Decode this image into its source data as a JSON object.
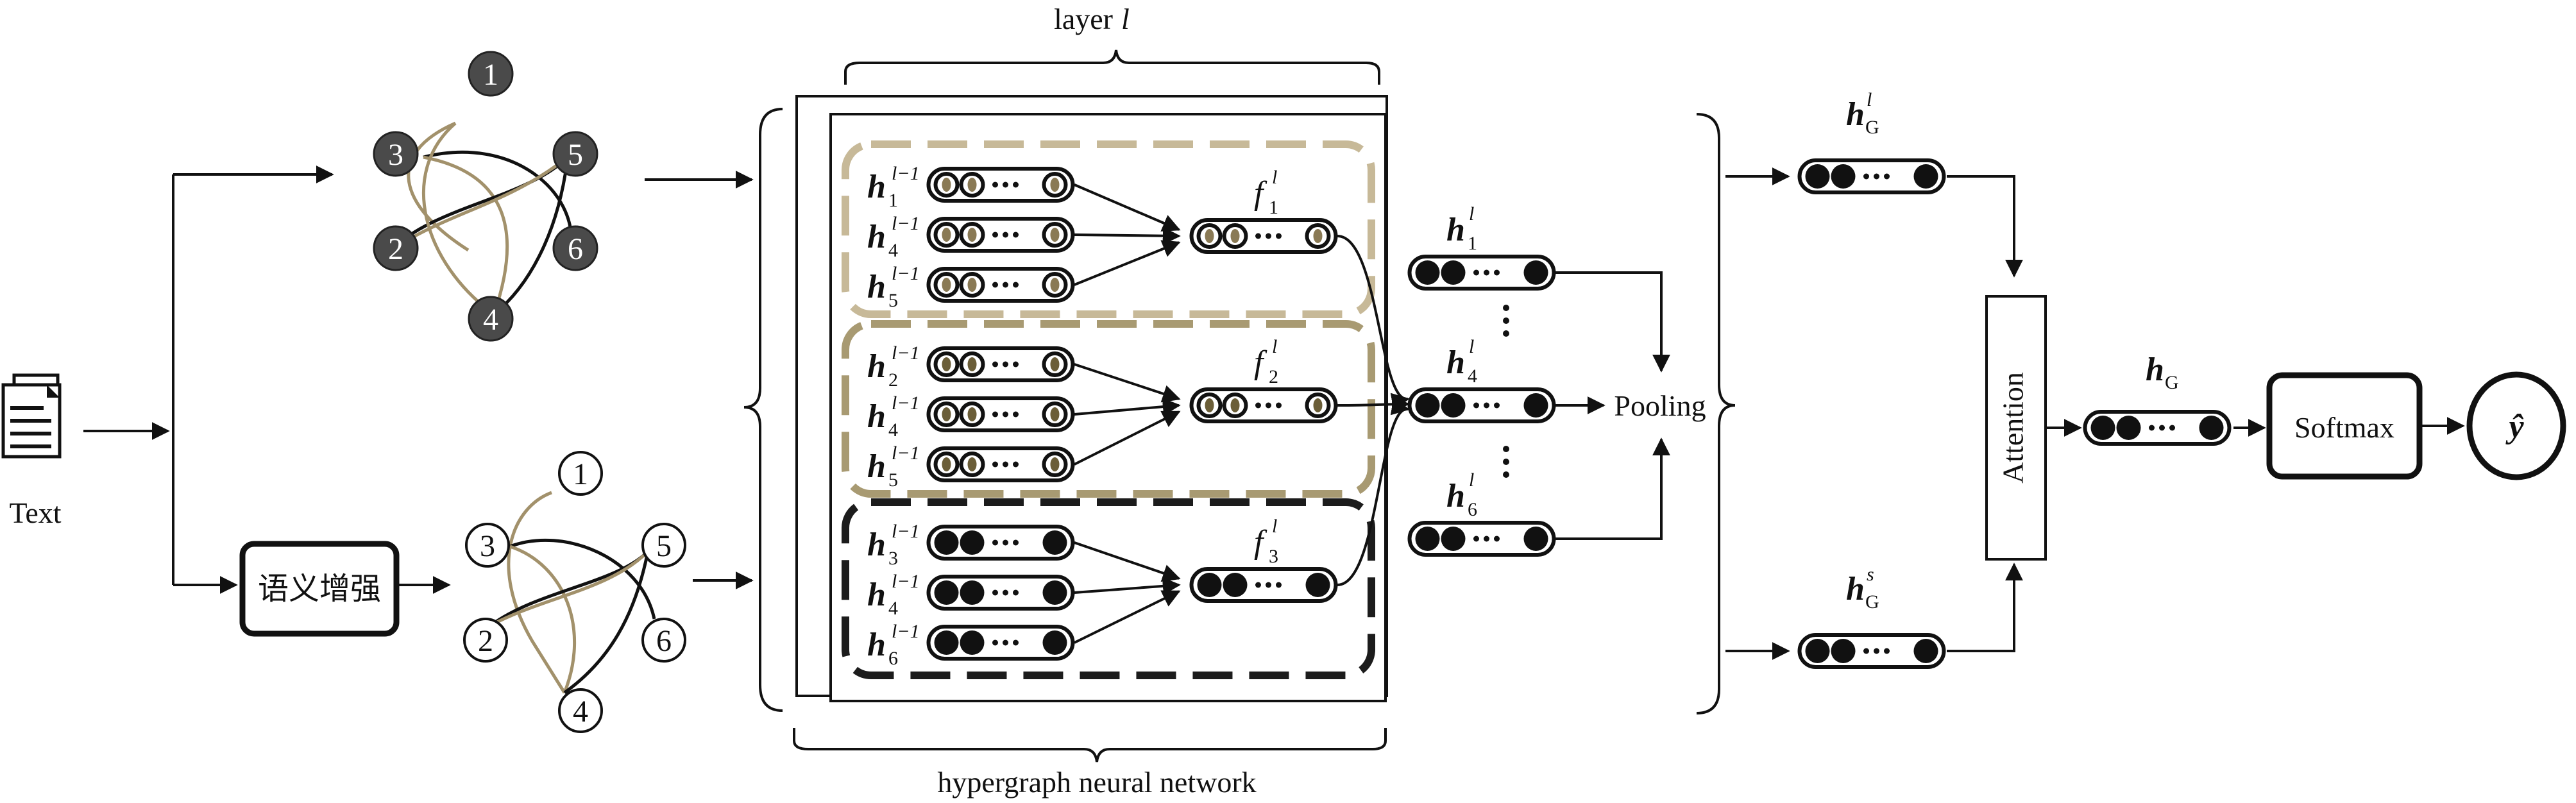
{
  "input": {
    "label": "Text",
    "icon": "document-icon"
  },
  "augment": {
    "label": "语义增强"
  },
  "graphs": {
    "original": {
      "nodes": [
        "1",
        "2",
        "3",
        "4",
        "5",
        "6"
      ]
    },
    "enhanced": {
      "nodes": [
        "1",
        "2",
        "3",
        "4",
        "5",
        "6"
      ]
    }
  },
  "hgnn": {
    "layer_label_prefix": "layer",
    "layer_label_var": "l",
    "bottom_label": "hypergraph neural network",
    "h_symbol": "h",
    "f_symbol": "f",
    "prev_sup": "l−1",
    "cur_sup": "l",
    "hyperedges": [
      {
        "f_sub": "1",
        "inputs": [
          "1",
          "4",
          "5"
        ],
        "color": "#c7b998",
        "dot": "#8a7a55"
      },
      {
        "f_sub": "2",
        "inputs": [
          "2",
          "4",
          "5"
        ],
        "color": "#a89a72",
        "dot": "#6b5e38"
      },
      {
        "f_sub": "3",
        "inputs": [
          "3",
          "4",
          "6"
        ],
        "color": "#1c1c1c",
        "dot": "#111111"
      }
    ],
    "outputs": [
      "1",
      "4",
      "6"
    ]
  },
  "pooling": {
    "label": "Pooling"
  },
  "readout": {
    "h_symbol": "h",
    "sub": "G",
    "top_sup": "l",
    "bottom_sup": "s"
  },
  "attention": {
    "label": "Attention"
  },
  "fused": {
    "h_symbol": "h",
    "sub": "G"
  },
  "softmax": {
    "label": "Softmax"
  },
  "output": {
    "label": "ŷ"
  },
  "colors": {
    "ink": "#111111",
    "graph_dark": "#4a4a4a",
    "hyperedge_tan": "#a2916b"
  }
}
